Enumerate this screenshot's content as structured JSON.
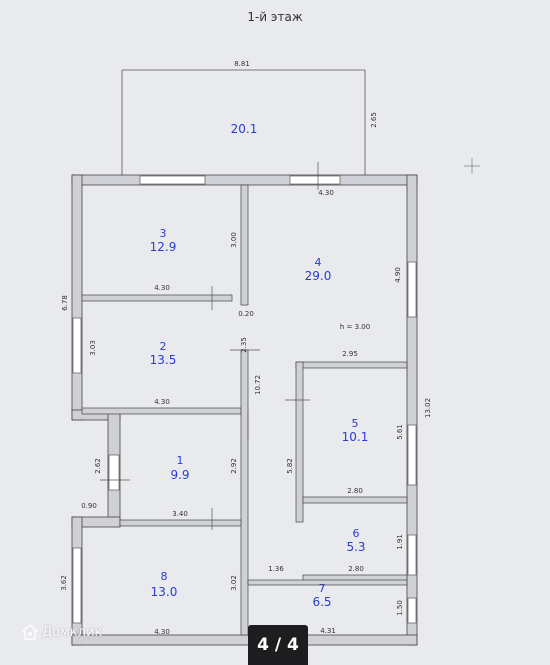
{
  "title": "1-й этаж",
  "watermark": "Домклик",
  "pager": "4 / 4",
  "floor_height": "h = 3.00",
  "rooms": [
    {
      "num": "3",
      "area": "12.9"
    },
    {
      "num": "4",
      "area": "29.0"
    },
    {
      "num": "2",
      "area": "13.5"
    },
    {
      "num": "1",
      "area": "9.9"
    },
    {
      "num": "5",
      "area": "10.1"
    },
    {
      "num": "6",
      "area": "5.3"
    },
    {
      "num": "8",
      "area": "13.0"
    },
    {
      "num": "7",
      "area": "6.5"
    }
  ],
  "terrace_area": "20.1",
  "dims": {
    "terrace_w": "8.81",
    "terrace_h": "2.65",
    "d430_top": "4.30",
    "d300": "3.00",
    "d490": "4.90",
    "d678": "6.78",
    "d430_r3": "4.30",
    "d020": "0.20",
    "d303": "3.03",
    "d235": "2.35",
    "d295": "2.95",
    "d1072": "10.72",
    "d430_r2": "4.30",
    "d1302": "13.02",
    "d561": "5.61",
    "d262": "2.62",
    "d292": "2.92",
    "d582": "5.82",
    "d280a": "2.80",
    "d090": "0.90",
    "d340": "3.40",
    "d191": "1.91",
    "d280b": "2.80",
    "d362": "3.62",
    "d302": "3.02",
    "d136": "1.36",
    "d150": "1.50",
    "d430_r8": "4.30",
    "d431": "4.31"
  }
}
